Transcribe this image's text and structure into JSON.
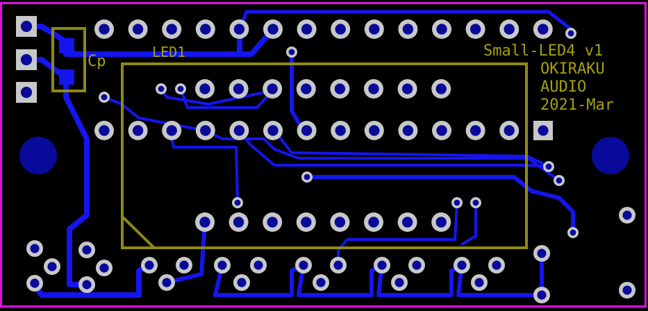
{
  "board": {
    "component_ref": "LED1",
    "cap_ref": "Cp",
    "title_lines": [
      "Small-LED4 v1",
      "OKIRAKU",
      "AUDIO",
      "2021-Mar"
    ]
  },
  "colors": {
    "background": "#000000",
    "outline": "#e010e0",
    "copper": "#1515ee",
    "silkscreen": "#a5a010",
    "pad": "#c8c8c8",
    "drill": "#0a0a9a"
  }
}
